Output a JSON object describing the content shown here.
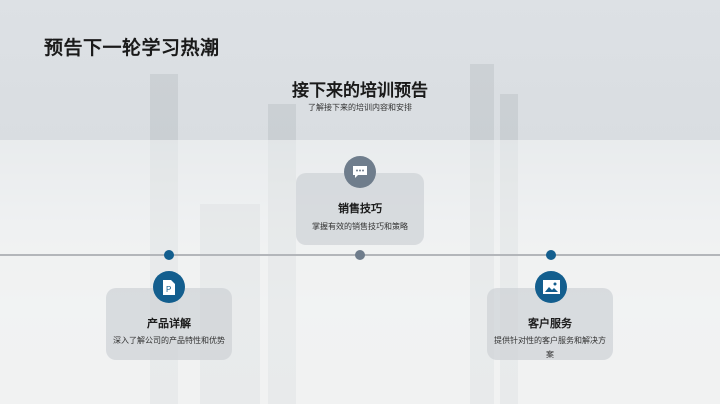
{
  "page": {
    "title": "预告下一轮学习热潮"
  },
  "header": {
    "title": "接下来的培训预告",
    "description": "了解接下来的培训内容和安排"
  },
  "colors": {
    "primary": "#135e8e",
    "secondary": "#6f7d8c",
    "timeline": "#b3b6ba"
  },
  "cards": [
    {
      "title": "销售技巧",
      "description": "掌握有效的销售技巧和策略",
      "icon": "chat-bubble-icon"
    },
    {
      "title": "产品详解",
      "description": "深入了解公司的产品特性和优势",
      "icon": "document-p-icon"
    },
    {
      "title": "客户服务",
      "description": "提供针对性的客户服务和解决方案",
      "icon": "image-icon"
    }
  ]
}
